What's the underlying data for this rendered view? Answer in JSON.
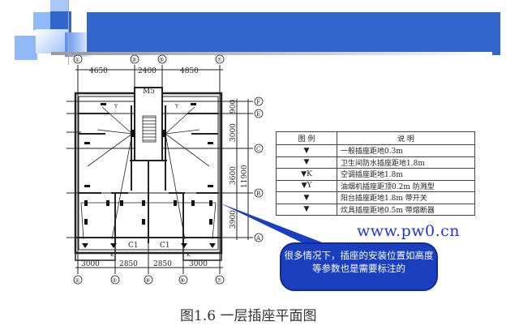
{
  "slide": {
    "caption": "图1.6  一层插座平面图",
    "callout": "很多情况下，插座的安装位置如高度等参数也是需要标注的",
    "watermark": "www.pw0.cn",
    "accent_color": "#3366cc",
    "callout_color": "#1a3fbf"
  },
  "plan": {
    "top_axes": [
      "①",
      "③",
      "⑤",
      "⑦"
    ],
    "top_dims": [
      "4650",
      "2400",
      "4850"
    ],
    "bottom_axes": [
      "①",
      "②",
      "④",
      "⑥",
      "⑦"
    ],
    "bottom_dims": [
      "3000",
      "2850",
      "2850",
      "3000"
    ],
    "right_axes": [
      "F",
      "E",
      "C",
      "B",
      "A"
    ],
    "right_dims": [
      "900",
      "3000",
      "3600",
      "3900"
    ],
    "total_dim": "11900",
    "labels": {
      "stair_door": "M5",
      "window_left": "C1",
      "window_right": "C1",
      "k": "K",
      "y": "Y"
    }
  },
  "legend": {
    "headers": [
      "图 例",
      "说 明"
    ],
    "rows": [
      {
        "icon": "general-socket-icon",
        "symbol": "▼",
        "text": "一般插座距地0.3m"
      },
      {
        "icon": "waterproof-socket-icon",
        "symbol": "▼",
        "text": "卫生间防水插座距地1.8m"
      },
      {
        "icon": "ac-socket-icon",
        "symbol": "▼K",
        "text": "空调插座距地1.8m"
      },
      {
        "icon": "range-hood-socket-icon",
        "symbol": "▼Y",
        "text": "油烟机插座距顶0.2m 防溅型"
      },
      {
        "icon": "balcony-socket-icon",
        "symbol": "▼",
        "text": "阳台插座距地1.8m 带开关"
      },
      {
        "icon": "kitchen-socket-icon",
        "symbol": "▼",
        "text": "炊具插座距地0.5m 带熔断器"
      }
    ]
  }
}
